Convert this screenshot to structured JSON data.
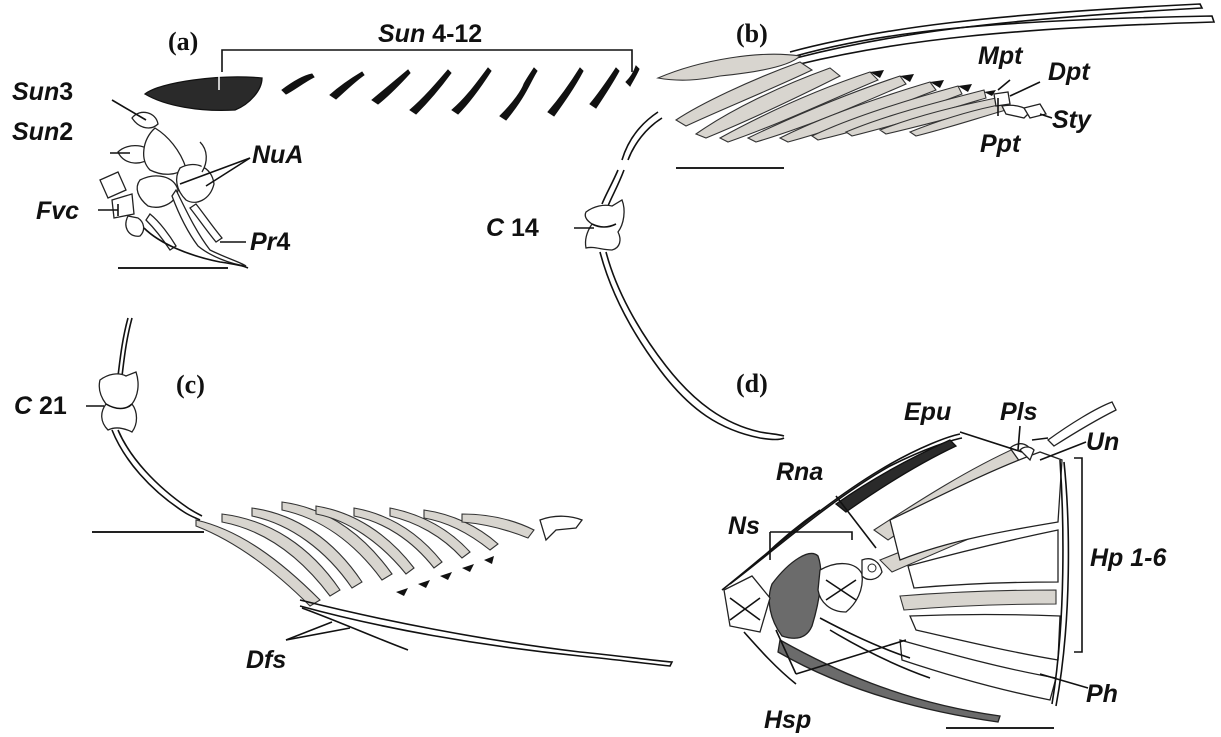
{
  "panels": [
    {
      "id": "a",
      "label": "(a)"
    },
    {
      "id": "b",
      "label": "(b)"
    },
    {
      "id": "c",
      "label": "(c)"
    },
    {
      "id": "d",
      "label": "(d)"
    }
  ],
  "labels": {
    "sun_4_12": {
      "abbr": "Sun",
      "num": " 4-12"
    },
    "sun3": {
      "abbr": "Sun",
      "num": "3"
    },
    "sun2": {
      "abbr": "Sun",
      "num": "2"
    },
    "nua": "NuA",
    "fvc": "Fvc",
    "pr4": {
      "abbr": "Pr",
      "num": "4"
    },
    "mpt": "Mpt",
    "dpt": "Dpt",
    "sty": "Sty",
    "ppt": "Ppt",
    "c14": {
      "abbr": "C",
      "num": " 14"
    },
    "c21": {
      "abbr": "C",
      "num": " 21"
    },
    "dfs": "Dfs",
    "epu": "Epu",
    "pls": "Pls",
    "un": "Un",
    "rna": "Rna",
    "ns": "Ns",
    "hp": "Hp 1-6",
    "hsp": "Hsp",
    "ph": "Ph"
  },
  "colors": {
    "ink": "#111111",
    "bone_fill": "#ffffff",
    "tan_fill": "#d8d5cf",
    "dark_fill": "#2a2a2a",
    "grey_fill": "#6b6b6b"
  }
}
